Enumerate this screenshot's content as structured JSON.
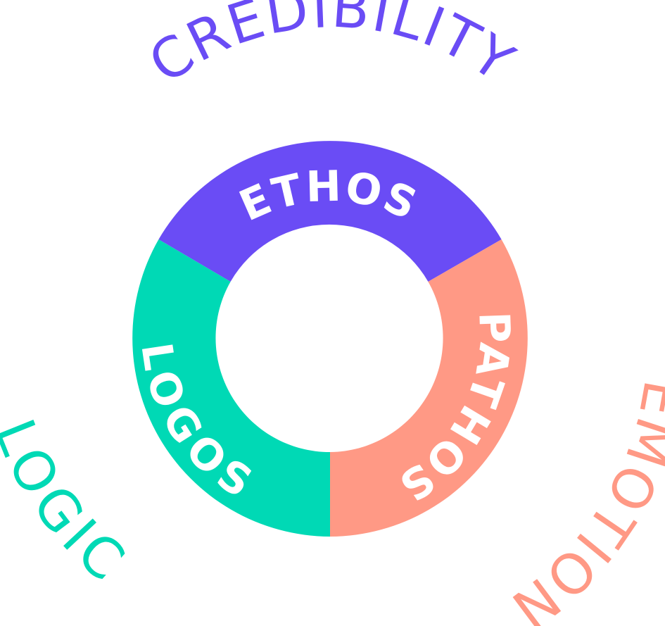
{
  "segments": [
    {
      "key": "ethos",
      "label": "ETHOS",
      "outer_label": "CREDIBILITY",
      "color": "#6a4cf5"
    },
    {
      "key": "pathos",
      "label": "PATHOS",
      "outer_label": "EMOTION",
      "color": "#ff9985"
    },
    {
      "key": "logos",
      "label": "LOGOS",
      "outer_label": "LOGIC",
      "color": "#00d9b5"
    }
  ]
}
